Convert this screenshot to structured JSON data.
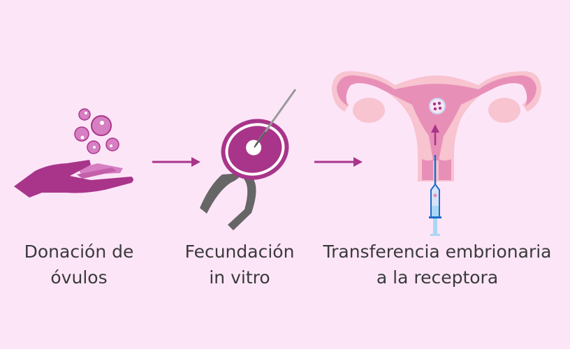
{
  "steps": [
    {
      "line1": "Donación de",
      "line2": "óvulos",
      "icon": "hand-with-eggs-icon"
    },
    {
      "line1": "Fecundación",
      "line2": "in vitro",
      "icon": "icsi-pipette-icon"
    },
    {
      "line1": "Transferencia embrionaria",
      "line2": "a la receptora",
      "icon": "uterus-syringe-icon"
    }
  ],
  "colors": {
    "background": "#fde5f8",
    "accent": "#a8358a",
    "light_accent": "#d67fc2",
    "uterus": "#e88fb8",
    "uterus_light": "#f7c4cf",
    "syringe": "#1a6fc9",
    "text": "#3a3a3a"
  }
}
